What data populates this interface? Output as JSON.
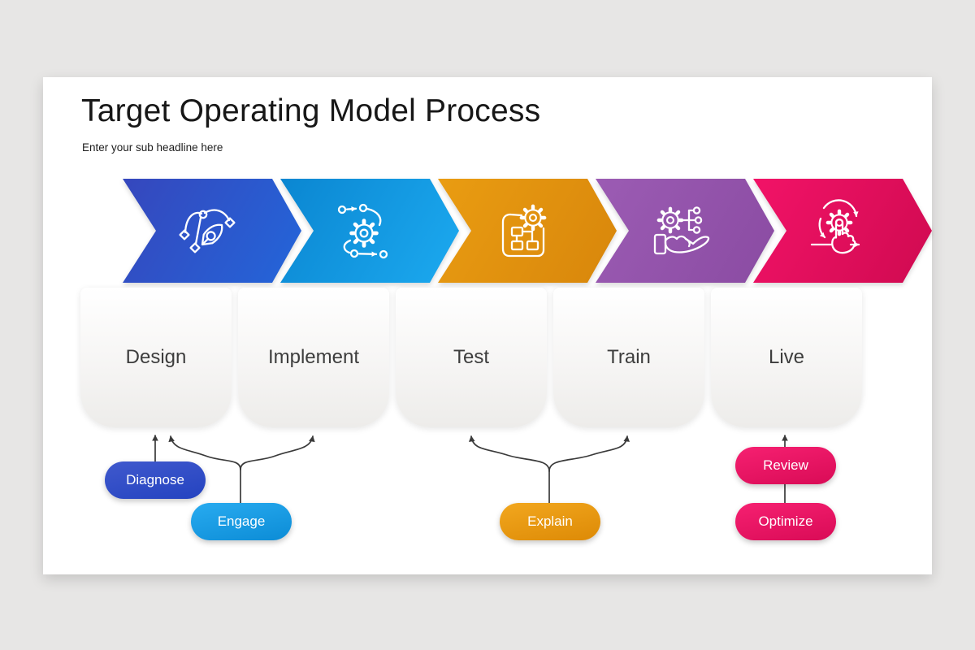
{
  "page": {
    "background_color": "#e7e6e5"
  },
  "slide": {
    "title": "Target Operating Model Process",
    "subtitle": "Enter your sub headline here",
    "background_color": "#ffffff"
  },
  "steps": [
    {
      "label": "Design",
      "icon": "pen-tool-icon",
      "gradient_start": "#3646bc",
      "gradient_end": "#2366da"
    },
    {
      "label": "Implement",
      "icon": "agile-process-icon",
      "gradient_start": "#0a85d0",
      "gradient_end": "#1caaf0"
    },
    {
      "label": "Test",
      "icon": "blueprint-gear-icon",
      "gradient_start": "#ea9d12",
      "gradient_end": "#d8860b"
    },
    {
      "label": "Train",
      "icon": "hand-gear-network-icon",
      "gradient_start": "#9c5cb4",
      "gradient_end": "#8a4ba2"
    },
    {
      "label": "Live",
      "icon": "touch-gear-cycle-icon",
      "gradient_start": "#f31368",
      "gradient_end": "#cf0a50"
    }
  ],
  "tags": [
    {
      "label": "Diagnose",
      "connects_to": [
        "Design"
      ],
      "gradient_start": "#4059cd",
      "gradient_end": "#2443c0"
    },
    {
      "label": "Engage",
      "connects_to": [
        "Design",
        "Implement"
      ],
      "gradient_start": "#28abf0",
      "gradient_end": "#0c8cd6"
    },
    {
      "label": "Explain",
      "connects_to": [
        "Test",
        "Train"
      ],
      "gradient_start": "#f2a71e",
      "gradient_end": "#dd8a06"
    },
    {
      "label": "Review",
      "connects_to": [
        "Live"
      ],
      "gradient_start": "#f62071",
      "gradient_end": "#d90b56"
    },
    {
      "label": "Optimize",
      "connects_to": [
        "Review"
      ],
      "gradient_start": "#f62071",
      "gradient_end": "#d90b56"
    }
  ]
}
